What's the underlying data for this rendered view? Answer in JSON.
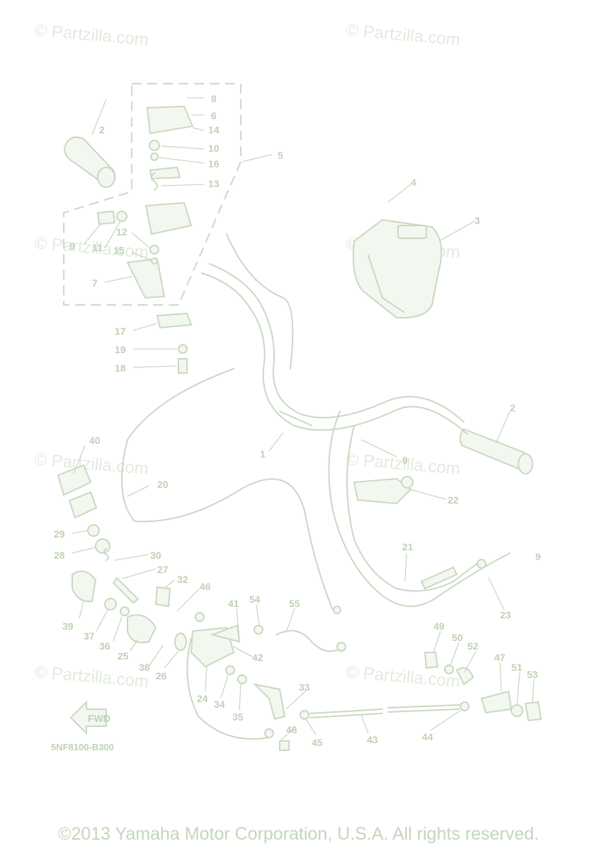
{
  "watermark": "© Partzilla.com",
  "diagram_code": "5NF8100-B300",
  "copyright": "©2013 Yamaha Motor Corporation, U.S.A. All rights reserved.",
  "fwd_label": "FWD",
  "callouts": [
    "1",
    "2",
    "2",
    "3",
    "4",
    "5",
    "6",
    "7",
    "8",
    "9",
    "9",
    "9",
    "10",
    "11",
    "12",
    "13",
    "14",
    "15",
    "16",
    "17",
    "18",
    "19",
    "20",
    "21",
    "22",
    "23",
    "24",
    "25",
    "26",
    "27",
    "28",
    "29",
    "30",
    "32",
    "33",
    "34",
    "35",
    "36",
    "37",
    "38",
    "39",
    "40",
    "41",
    "42",
    "43",
    "44",
    "45",
    "46",
    "47",
    "48",
    "49",
    "50",
    "51",
    "52",
    "53",
    "54",
    "55"
  ],
  "colors": {
    "line": "#c9d9c2",
    "text": "#bfd2b6",
    "watermark": "#e2ebde"
  }
}
